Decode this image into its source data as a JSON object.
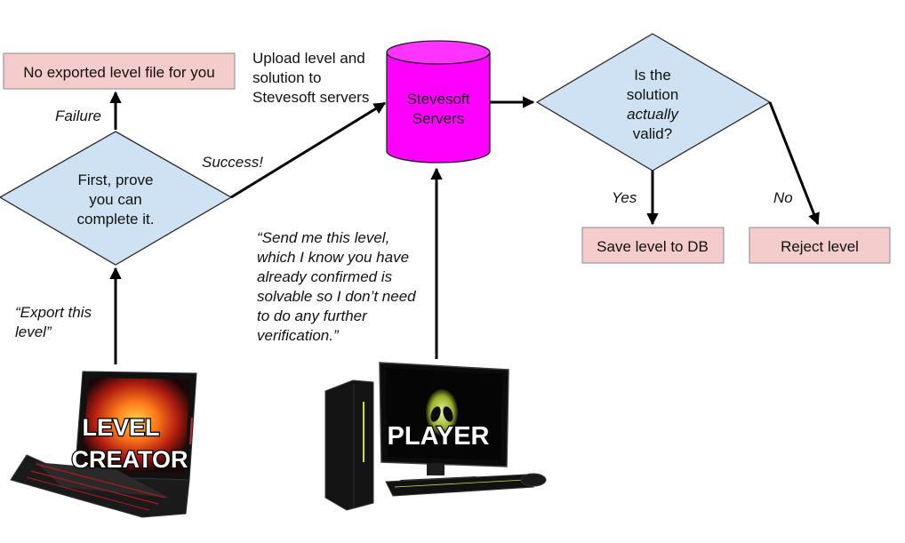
{
  "nodes": {
    "no_export": "No exported level file for you",
    "upload_lines": [
      "Upload level and",
      "solution to",
      "Stevesoft servers"
    ],
    "servers_lines": [
      "Stevesoft",
      "Servers"
    ],
    "prove_lines": [
      "First, prove",
      "you can",
      "complete it."
    ],
    "valid_lines": [
      "Is the",
      "solution",
      "actually",
      "valid?"
    ],
    "save": "Save level to DB",
    "reject": "Reject level"
  },
  "edges": {
    "failure": "Failure",
    "success": "Success!",
    "yes": "Yes",
    "no": "No"
  },
  "quotes": {
    "export_lines": [
      "“Export this",
      "level”"
    ],
    "player_lines": [
      "“Send me this level,",
      "which I know you have",
      "already confirmed is",
      "solvable so I don’t need",
      "to do any further",
      "verification.”"
    ]
  },
  "devices": {
    "creator_lines": [
      "LEVEL",
      "CREATOR"
    ],
    "player": "PLAYER"
  },
  "colors": {
    "box_fill": "#f4cccc",
    "diamond_fill": "#cfe2f3",
    "server_fill": "#ff00ff"
  }
}
